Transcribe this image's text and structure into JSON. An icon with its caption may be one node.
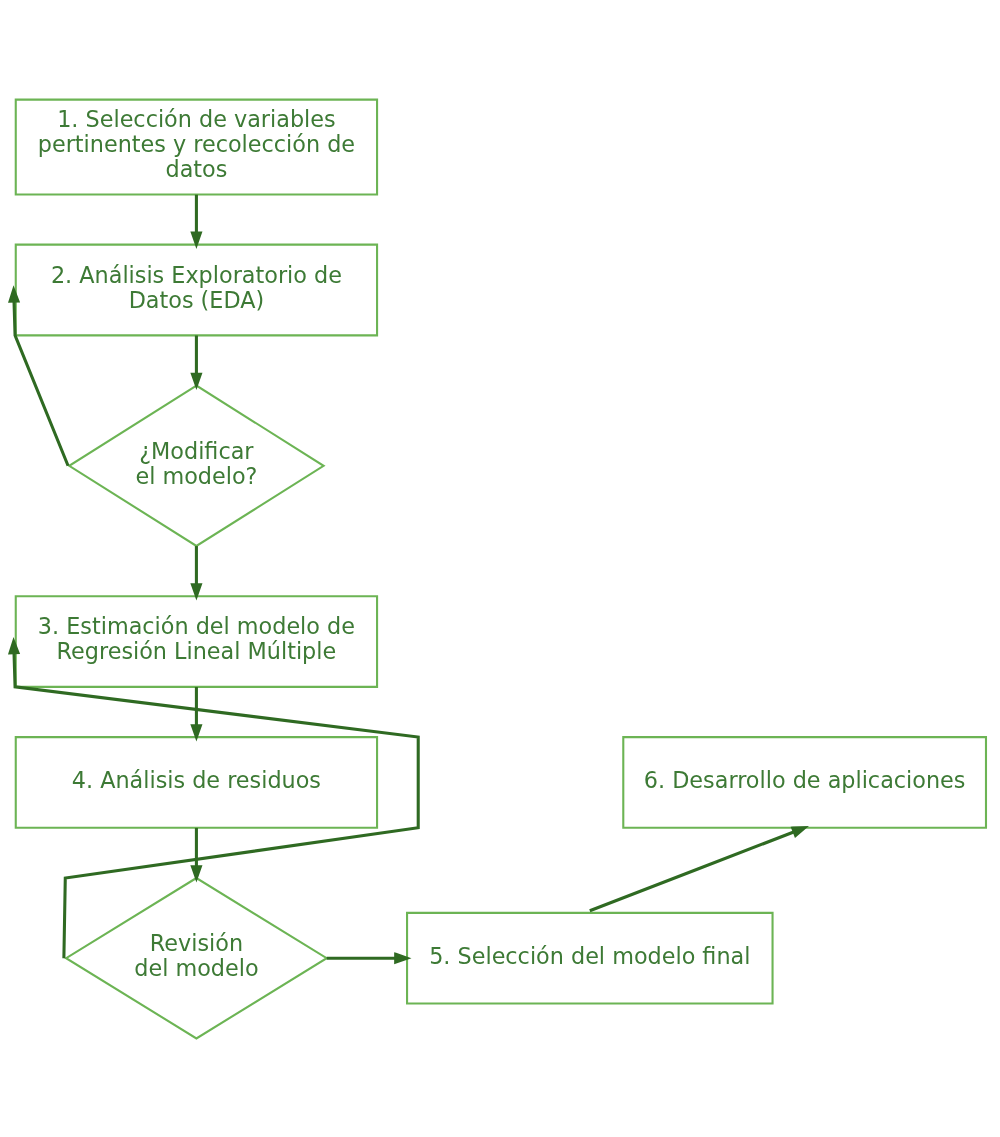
{
  "diagram": {
    "nodes": [
      {
        "text": [
          "1. Selección de variables pertinentes y recolección de datos"
        ]
      },
      {
        "text": [
          "2. Análisis Exploratorio de Datos (EDA)"
        ]
      },
      {
        "text": [
          "¿Modificar el modelo?"
        ]
      },
      {
        "text": [
          "3. Estimación del modelo de Regresión Lineal Múltiple"
        ]
      },
      {
        "text": [
          "4. Análisis de residuos"
        ]
      },
      {
        "text": [
          "Revisión del modelo"
        ]
      },
      {
        "text": [
          "5. Selección del modelo final"
        ]
      },
      {
        "text": [
          "6. Desarrollo de aplicaciones"
        ]
      }
    ],
    "edges": [
      {
        "from": 0,
        "to": 1,
        "arrow": "to"
      },
      {
        "from": 1,
        "to": 2,
        "arrow": "to"
      },
      {
        "from": 2,
        "to": 1,
        "arrow": "to"
      },
      {
        "from": 2,
        "to": 3,
        "arrow": "to"
      },
      {
        "from": 3,
        "to": 4,
        "arrow": "to"
      },
      {
        "from": 4,
        "to": 5,
        "arrow": "to"
      },
      {
        "from": 5,
        "to": 3,
        "arrow": "to"
      },
      {
        "from": 5,
        "to": 6,
        "arrow": "to"
      },
      {
        "from": 6,
        "to": 7,
        "arrow": "to"
      }
    ]
  }
}
